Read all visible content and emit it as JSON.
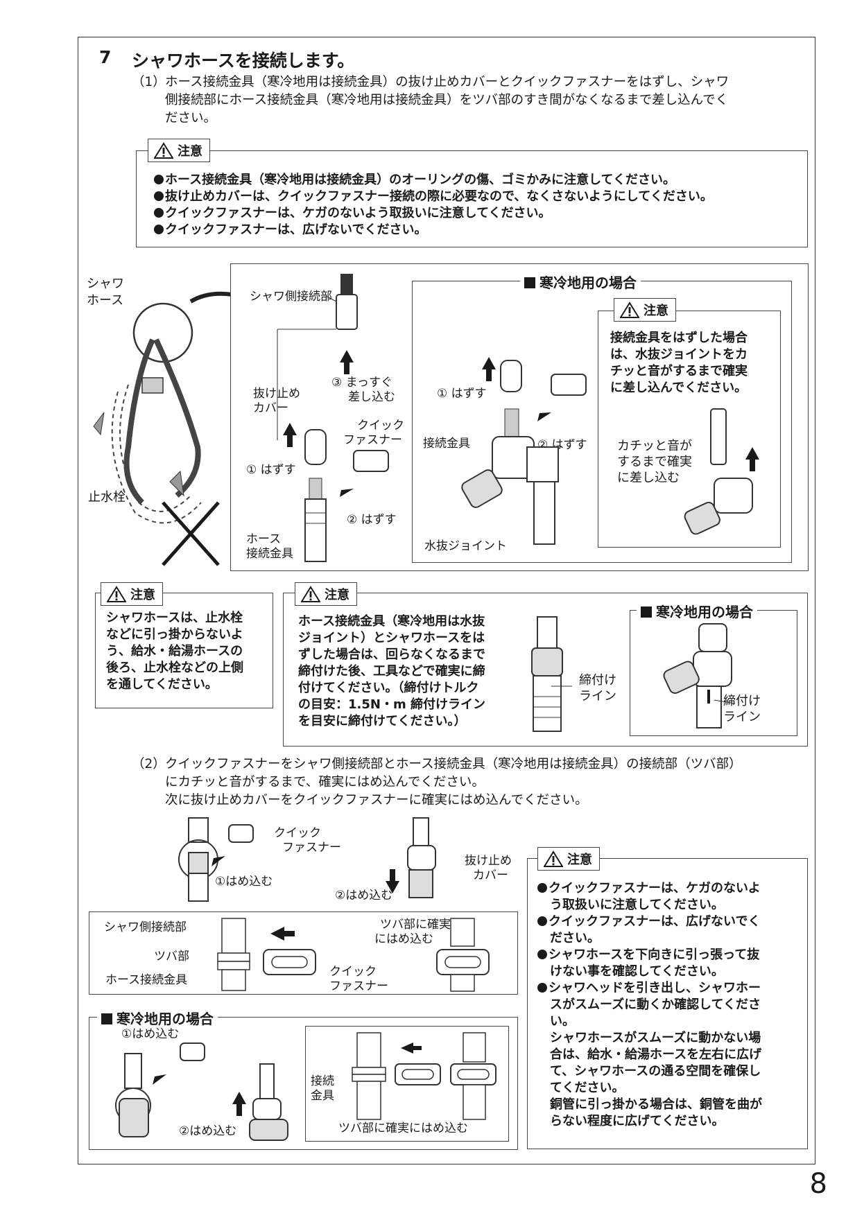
{
  "step": {
    "number": "7",
    "title": "シャワホースを接続します。",
    "sub1_label": "（1）",
    "sub1_lines": [
      "ホース接続金具（寒冷地用は接続金具）の抜け止めカバーとクイックファスナーをはずし、シャワ",
      "側接続部にホース接続金具（寒冷地用は接続金具）をツバ部のすき間がなくなるまで差し込んでく",
      "ださい。"
    ]
  },
  "caution_label": "注意",
  "caution1": [
    "ホース接続金具（寒冷地用は接続金具）のオーリングの傷、ゴミかみに注意してください。",
    "抜け止めカバーは、クイックファスナー接続の際に必要なので、なくさないようにしてください。",
    "クイックファスナーは、ケガのないよう取扱いに注意してください。",
    "クイックファスナーは、広げないでください。"
  ],
  "left_fig": {
    "shower_hose": [
      "シャワ",
      "ホース"
    ],
    "stop_valve": "止水栓"
  },
  "fig1": {
    "shower_side": "シャワ側接続部",
    "cover": [
      "抜け止め",
      "カバー"
    ],
    "insert": [
      "③ まっすぐ",
      "差し込む"
    ],
    "quick": [
      "クイック",
      "ファスナー"
    ],
    "remove1": "① はずす",
    "remove2": "② はずす",
    "hose_fitting": [
      "ホース",
      "接続金具"
    ],
    "cold_title": "寒冷地用の場合",
    "cold_remove1": "① はずす",
    "cold_fitting": "接続金具",
    "cold_remove2": "② はずす",
    "drain_joint": "水抜ジョイント",
    "cold_caution_text": [
      "接続金具をはずした場合",
      "は、水抜ジョイントをカ",
      "チッと音がするまで確実",
      "に差し込んでください。"
    ],
    "click_insert": [
      "カチッと音が",
      "するまで確実",
      "に差し込む"
    ]
  },
  "caution2": [
    "シャワホースは、止水栓",
    "などに引っ掛からないよ",
    "う、給水・給湯ホースの",
    "後ろ、止水栓などの上側",
    "を通してください。"
  ],
  "caution3": {
    "text": [
      "ホース接続金具（寒冷地用は水抜",
      "ジョイント）とシャワホースをは",
      "ずした場合は、回らなくなるまで",
      "締付けた後、工具などで確実に締",
      "付けてください。（締付けトルク",
      "の目安：1.5N・m 締付けライン",
      "を目安に締付けてください。）"
    ],
    "line_label": [
      "締付け",
      "ライン"
    ],
    "cold_title": "寒冷地用の場合",
    "cold_line_label": [
      "締付け",
      "ライン"
    ]
  },
  "sub2": {
    "label": "（2）",
    "lines": [
      "クイックファスナーをシャワ側接続部とホース接続金具（寒冷地用は接続金具）の接続部（ツバ部）",
      "にカチッと音がするまで、確実にはめ込んでください。",
      "次に抜け止めカバーをクイックファスナーに確実にはめ込んでください。"
    ]
  },
  "fig2": {
    "quick": [
      "クイック",
      "ファスナー"
    ],
    "fit1": "①はめ込む",
    "fit2": "②はめ込む",
    "cover": [
      "抜け止め",
      "カバー"
    ],
    "shower_side": "シャワ側接続部",
    "flange": "ツバ部",
    "hose_fitting": "ホース接続金具",
    "quick2": [
      "クイック",
      "ファスナー"
    ],
    "flange_fit": [
      "ツバ部に確実",
      "にはめ込む"
    ],
    "cold_title": "寒冷地用の場合",
    "cold_fit1": "①はめ込む",
    "cold_fit2": "②はめ込む",
    "cold_fitting": [
      "接続",
      "金具"
    ],
    "cold_flange_fit": "ツバ部に確実にはめ込む"
  },
  "caution4": [
    {
      "b": true,
      "t": [
        "クイックファスナーは、ケガのないよ",
        "う取扱いに注意してください。"
      ]
    },
    {
      "b": true,
      "t": [
        "クイックファスナーは、広げないでく",
        "ださい。"
      ]
    },
    {
      "b": true,
      "t": [
        "シャワホースを下向きに引っ張って抜",
        "けない事を確認してください。"
      ]
    },
    {
      "b": true,
      "t": [
        "シャワヘッドを引き出し、シャワホー",
        "スがスムーズに動くか確認してくださ",
        "い。"
      ]
    },
    {
      "b": false,
      "t": [
        "シャワホースがスムーズに動かない場",
        "合は、給水・給湯ホースを左右に広げ",
        "て、シャワホースの通る空間を確保し",
        "てください。"
      ]
    },
    {
      "b": false,
      "t": [
        "銅管に引っ掛かる場合は、銅管を曲が",
        "らない程度に広げてください。"
      ]
    }
  ],
  "page_number": "8"
}
